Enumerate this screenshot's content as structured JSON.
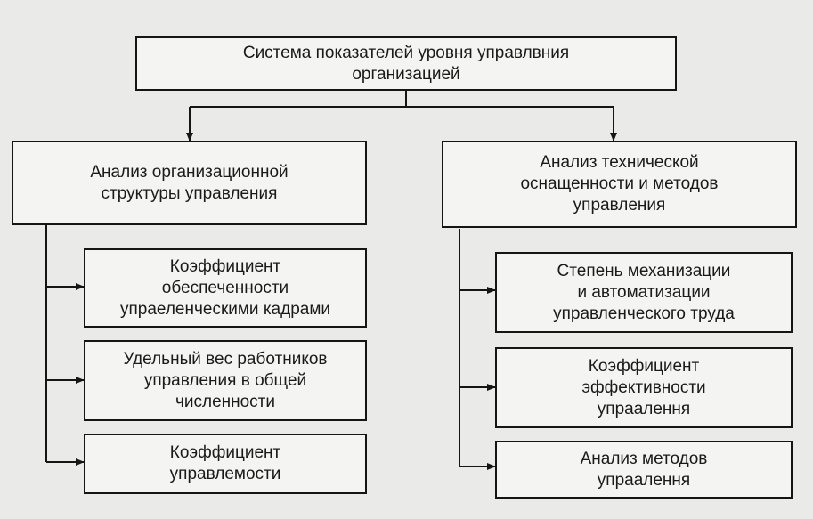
{
  "root": {
    "text": "Система показателей уровня управлвния\nорганизацией"
  },
  "left_branch": {
    "header": "Анализ организационной\nструктуры управления",
    "items": [
      "Коэффициент\nобеспеченности\nупраеленческими кадрами",
      "Удельный вес работников\nуправления в общей\nчисленности",
      "Коэффициент\nуправлемости"
    ]
  },
  "right_branch": {
    "header": "Анализ технической\nоснащенности и методов\nуправления",
    "items": [
      "Степень механизации\nи автоматизации\nуправленческого труда",
      "Коэффициент\nэффективности\nупраалення",
      "Анализ методов\nупраалення"
    ]
  }
}
